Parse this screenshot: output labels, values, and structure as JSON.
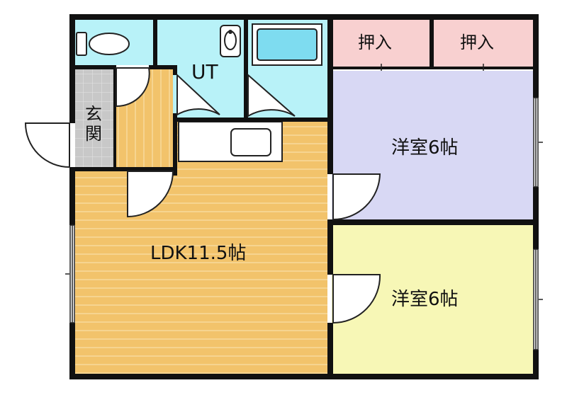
{
  "rooms": {
    "ut": "UT",
    "genkan": "玄関",
    "oshiire_1": "押入",
    "oshiire_2": "押入",
    "western_1": "洋室6帖",
    "western_2": "洋室6帖",
    "ldk": "LDK11.5帖"
  },
  "colors": {
    "wall": "#111111",
    "wet_area": "#b8f2f8",
    "floor_wood": "#f2c36b",
    "floor_wood_line": "#f7dca0",
    "western_1_floor": "#d8d8f4",
    "western_2_floor": "#f7f7b6",
    "oshiire_floor": "#f8d0d0",
    "genkan_floor": "#c8c8c8",
    "genkan_grid": "#e6e6e6"
  }
}
